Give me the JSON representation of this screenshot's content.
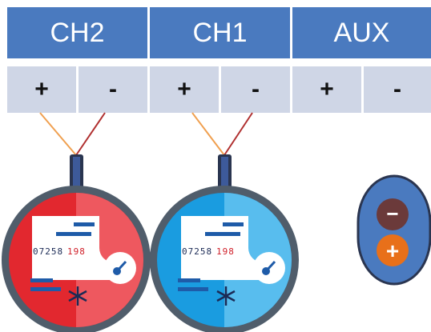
{
  "terminal_block": {
    "channels": [
      {
        "label": "CH2",
        "plus": "+",
        "minus": "-"
      },
      {
        "label": "CH1",
        "plus": "+",
        "minus": "-"
      },
      {
        "label": "AUX",
        "plus": "+",
        "minus": "-"
      }
    ]
  },
  "meters": [
    {
      "color": "red",
      "reading_black": "07258",
      "reading_red": "198",
      "wire_colors": [
        "#f0a050",
        "#b03030"
      ]
    },
    {
      "color": "blue",
      "reading_black": "07258",
      "reading_red": "198",
      "wire_colors": [
        "#f0a050",
        "#b03030"
      ]
    }
  ],
  "battery": {
    "minus": "−",
    "plus": "+"
  }
}
